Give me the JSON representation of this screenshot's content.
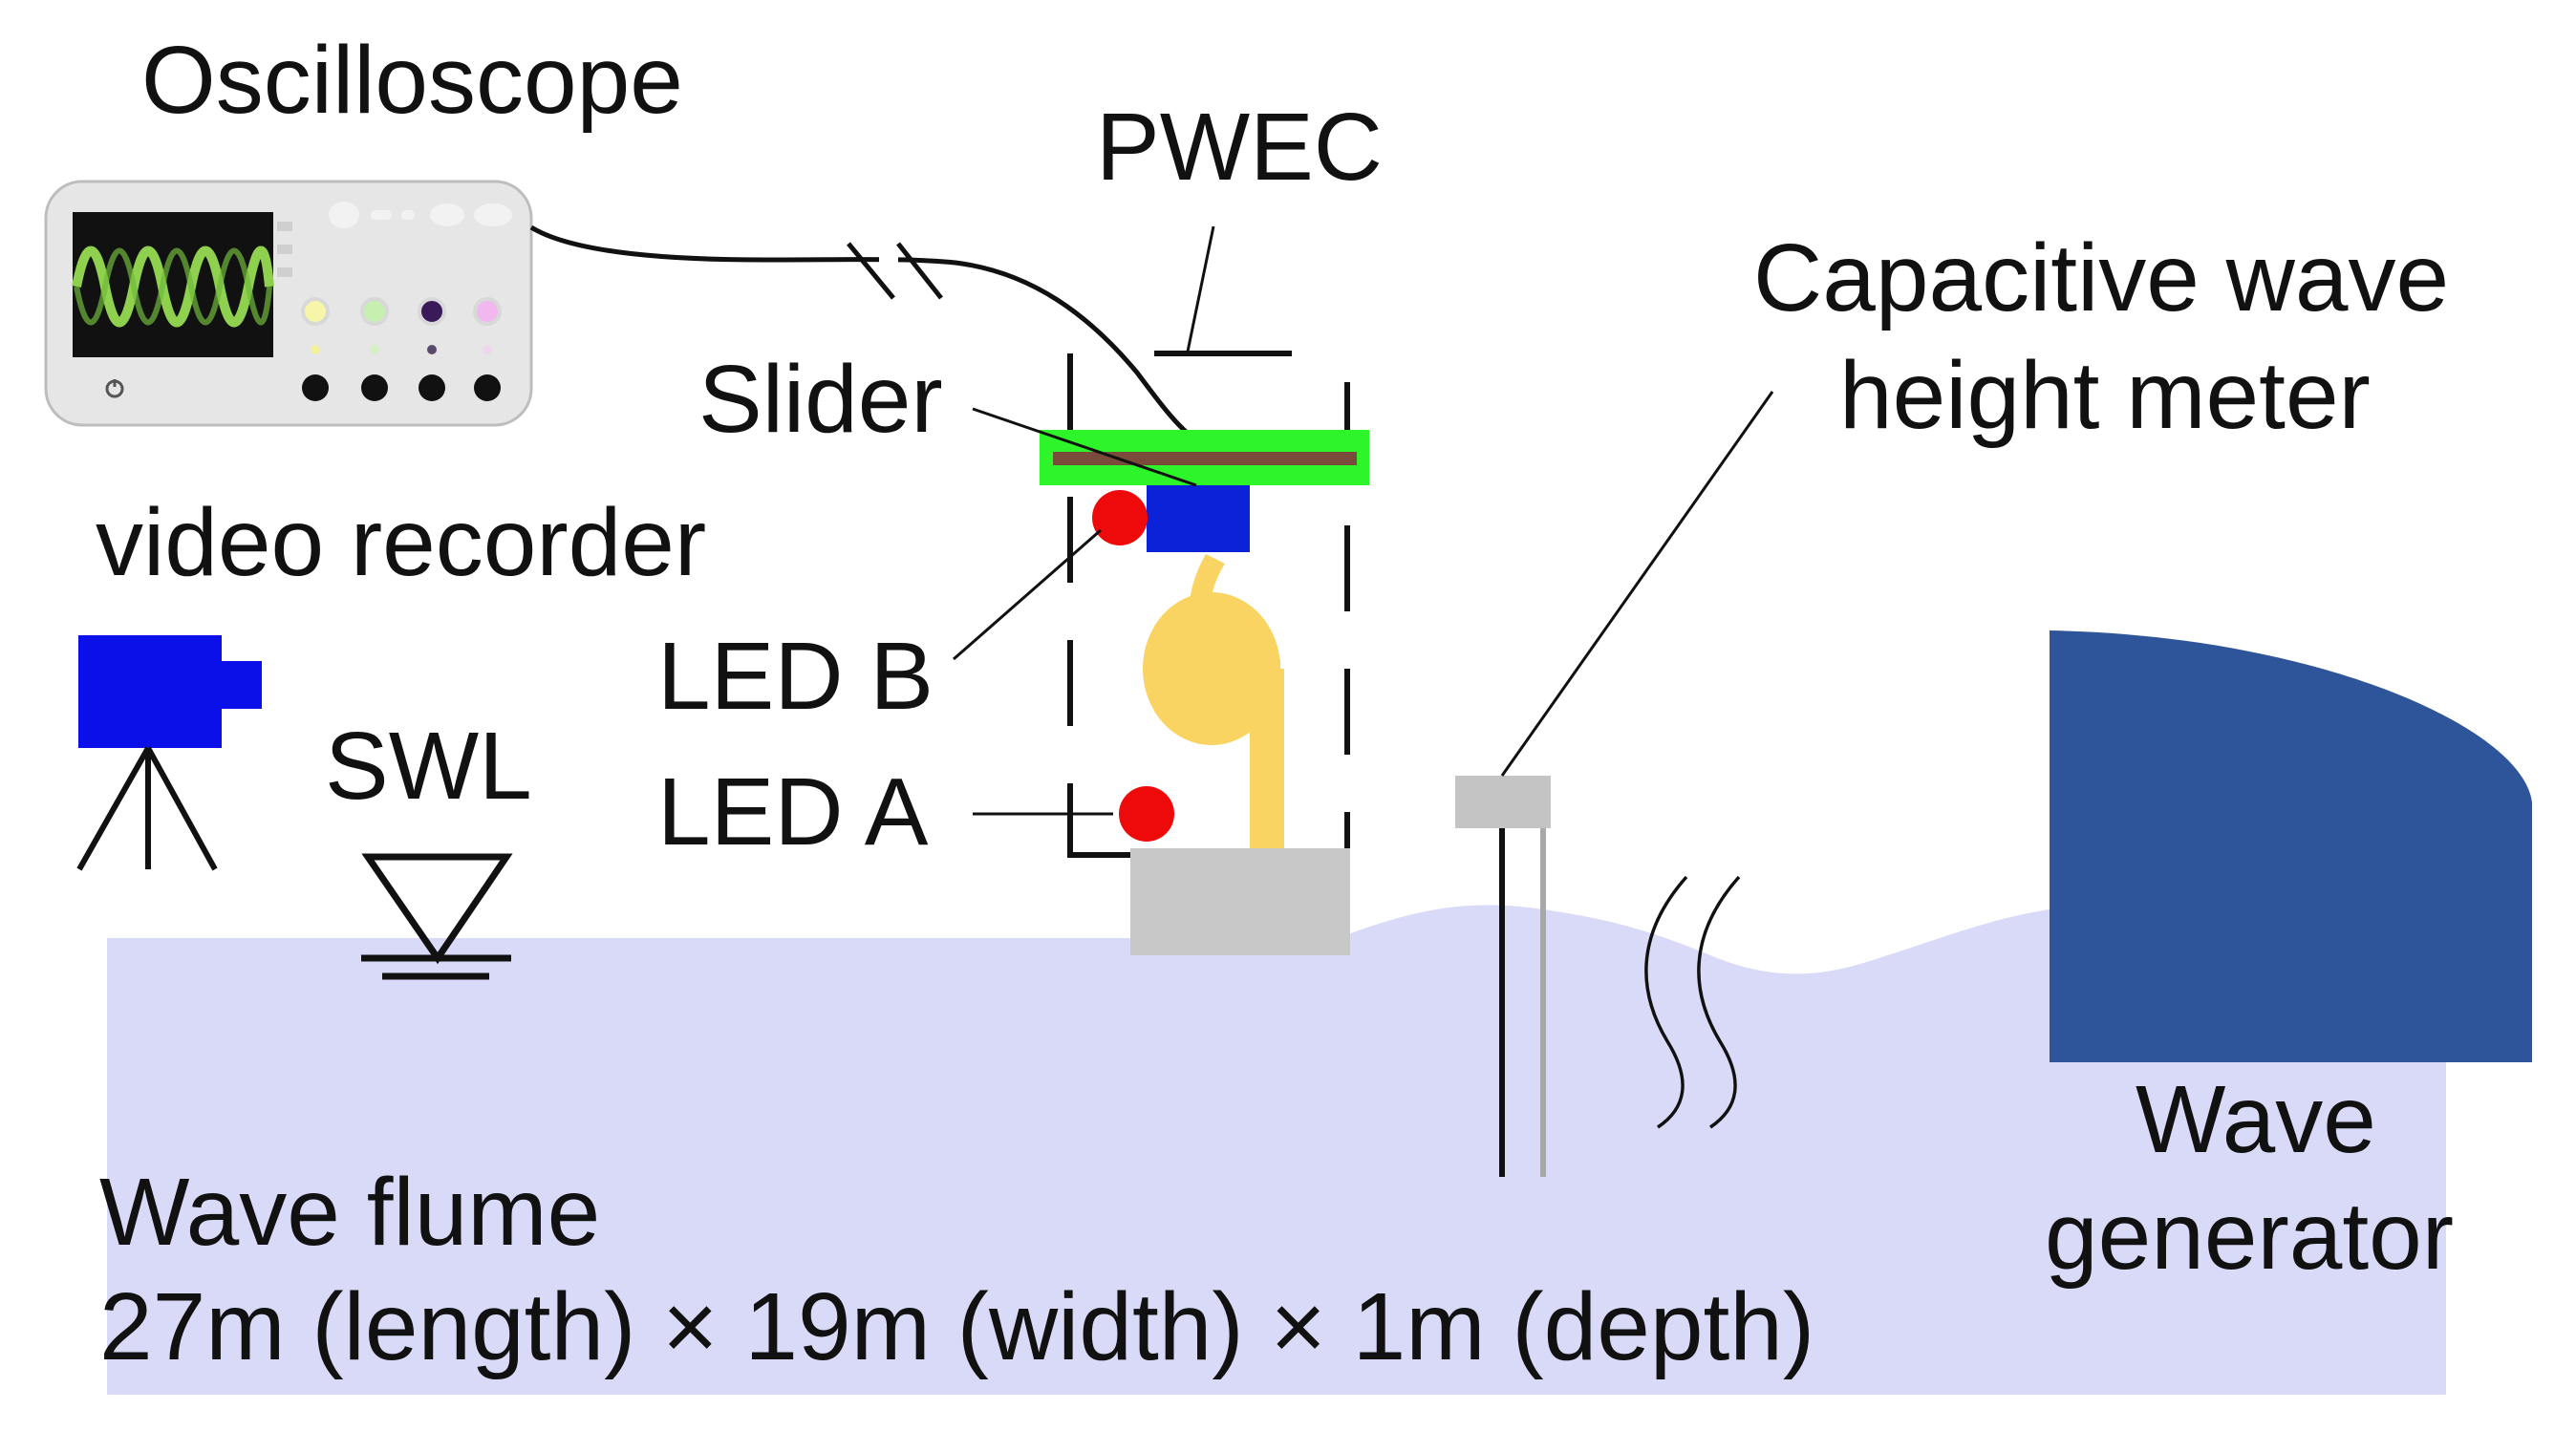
{
  "labels": {
    "oscilloscope": "Oscilloscope",
    "pwec": "PWEC",
    "slider": "Slider",
    "capacitive_line1": "Capacitive wave",
    "capacitive_line2": "height meter",
    "video_recorder": "video recorder",
    "led_b": "LED B",
    "led_a": "LED A",
    "swl": "SWL",
    "wave_line1": "Wave",
    "wave_line2": "generator",
    "flume_title": "Wave flume",
    "flume_dims": "27m (length) × 19m (width) × 1m  (depth)"
  },
  "colors": {
    "water": "#d9daf7",
    "wave_generator": "#2e5599",
    "camera": "#0b10e8",
    "slider_block": "#0b22d8",
    "slider_bar": "#2df52a",
    "slider_rail": "#7a4a3a",
    "led": "#ee0a0a",
    "turbine": "#f9d463",
    "base_block": "#c8c8c8",
    "meter": "#c4c4c4",
    "oscilloscope_body": "#e6e6e6",
    "oscilloscope_wave": "#8fd14f"
  },
  "icons": {
    "oscilloscope": "oscilloscope-icon",
    "camera": "video-camera-icon",
    "swl_symbol": "still-water-level-symbol"
  }
}
